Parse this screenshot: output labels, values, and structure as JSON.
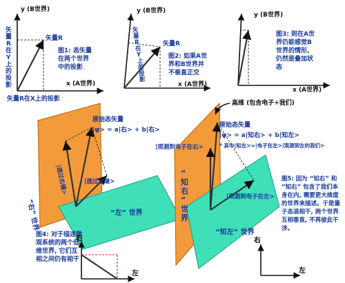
{
  "fig1": {
    "y_axis": "y (B世界)",
    "x_axis": "x (A世界)",
    "vector": "矢量R",
    "y_projection": [
      "矢",
      "量",
      "R",
      "在",
      "Y",
      "上",
      "的",
      "投",
      "影"
    ],
    "x_projection": "矢量R在X上的投影",
    "caption": [
      "图1: 态矢量",
      "在两个世界",
      "中的投影"
    ]
  },
  "fig2": {
    "y_axis": "y (B世界)",
    "x_axis": "x (A世界)",
    "vector": "矢量R",
    "y_projection": [
      "矢",
      "量",
      "R",
      "在",
      "Y",
      "上",
      "的",
      "投",
      "影"
    ],
    "caption": [
      "图2: 如果A世",
      "界和B世界并",
      "不垂直正交"
    ]
  },
  "fig3": {
    "y_axis": "y (B世界)",
    "x_axis": "x (A世界)",
    "caption": [
      "图3: 则在A世",
      "界仍能感觉B",
      "世界的情形,",
      "仍然是叠加状",
      "态"
    ]
  },
  "fig4": {
    "state_label": "原始态矢量",
    "state_formula": "|ψ> = a|右> + b|右>",
    "proj_right": "|透过右缝>",
    "proj_left": "|透过左缝>",
    "world_right": "“右” 世界",
    "world_left": "“左” 世界",
    "axis_right": "右",
    "axis_left": "左",
    "caption": [
      "图4: 对于描述微",
      "观系统的两个低",
      "维世界, 它们互",
      "相之间仍有相干"
    ]
  },
  "fig5": {
    "high_dim": "高维 (包含电子+我们)",
    "state_label": "原始态矢量",
    "state_formula": "|ψ> = a|知右> + b|知左>",
    "note": "* 其中|知左>=|电子在左>|观测到左的我们>",
    "proj_right": "|观测到电子在右>",
    "proj_left": "|观测到电子在左>",
    "world_right": [
      "“",
      "知",
      "右",
      "”",
      "世",
      "界"
    ],
    "world_left": "“知左” 世界",
    "axis_right": "右",
    "axis_left": "左",
    "caption": [
      "图5: 因为 “知右” 和",
      "“知右” 包含了我们本",
      "身在内, 需要更大维度",
      "的世界来描述。于是量",
      "子态退相干, 两个世界",
      "互相垂直, 不再彼此干",
      "涉。"
    ]
  },
  "colors": {
    "orange_plane": "#f39a3a",
    "teal_plane": "#3fe0b8",
    "text_blue": "#1a3a9a",
    "dashed_red": "#cc2233"
  }
}
